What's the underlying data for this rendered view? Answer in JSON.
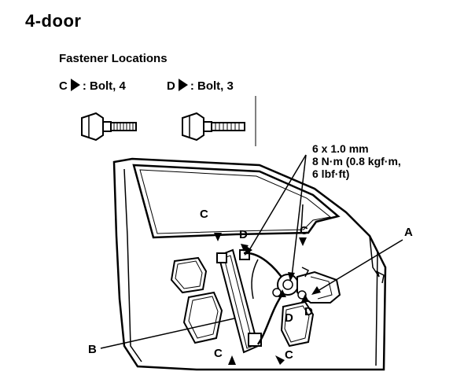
{
  "heading": "4-door",
  "fastener_title": "Fastener Locations",
  "legend": {
    "c_letter": "C",
    "c_text": ": Bolt, 4",
    "d_letter": "D",
    "d_text": ": Bolt, 3"
  },
  "torque_spec": {
    "line1": "6 x 1.0 mm",
    "line2": "8 N·m (0.8 kgf·m,",
    "line3": "6 lbf·ft)"
  },
  "callouts": {
    "a": "A",
    "b": "B",
    "c": "C",
    "d": "D"
  }
}
